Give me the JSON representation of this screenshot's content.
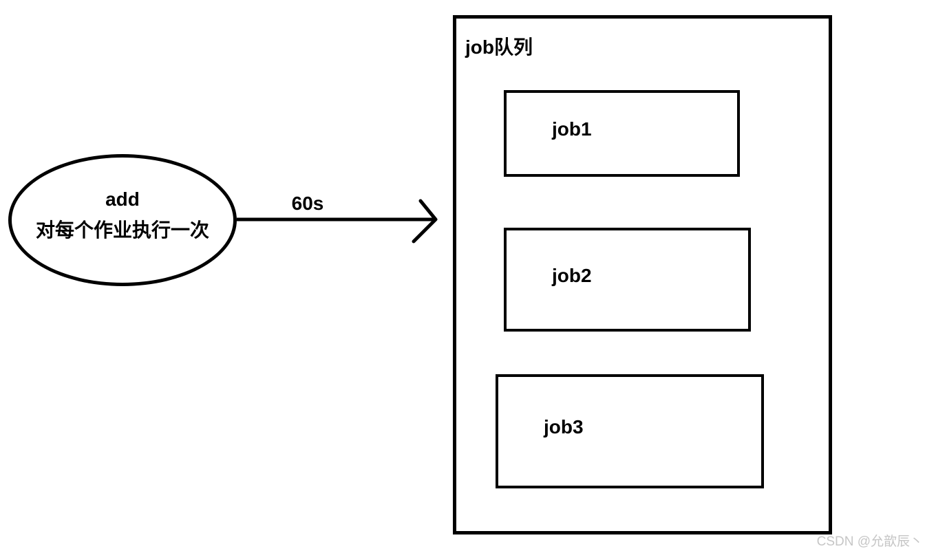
{
  "diagram": {
    "ellipse": {
      "line1": "add",
      "line2": "对每个作业执行一次"
    },
    "arrow": {
      "label": "60s"
    },
    "queue": {
      "title": "job队列",
      "jobs": [
        {
          "label": "job1"
        },
        {
          "label": "job2"
        },
        {
          "label": "job3"
        }
      ]
    },
    "watermark": "CSDN @允歆辰丶"
  },
  "colors": {
    "stroke": "#000000",
    "background": "#ffffff",
    "watermark": "#c6c6c6"
  }
}
